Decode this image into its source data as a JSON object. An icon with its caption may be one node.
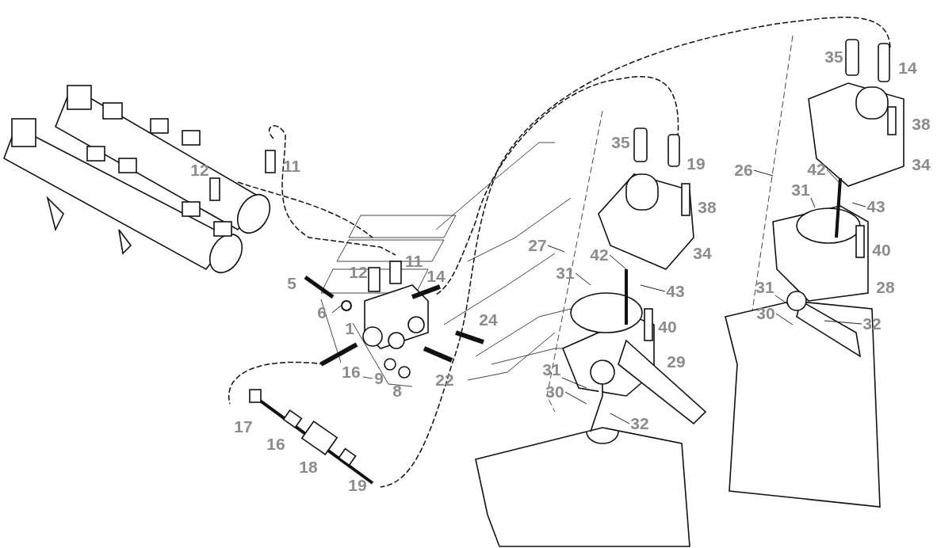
{
  "diagram": {
    "nodes": [
      {
        "text": [
          "26"
        ]
      },
      {
        "text": [
          "27"
        ]
      },
      {
        "text": [
          "42"
        ]
      },
      {
        "text": [
          "31"
        ]
      },
      {
        "text": [
          "43"
        ]
      },
      {
        "text": [
          "42"
        ]
      },
      {
        "text": [
          "31"
        ]
      },
      {
        "text": [
          "43"
        ]
      },
      {
        "text": [
          "6"
        ]
      },
      {
        "text": [
          "31"
        ]
      },
      {
        "text": [
          "30"
        ]
      },
      {
        "text": [
          "32"
        ]
      },
      {
        "text": [
          "31"
        ]
      },
      {
        "text": [
          "30"
        ]
      },
      {
        "text": [
          "32"
        ]
      },
      {
        "text": [],
        "shape": "circle"
      }
    ],
    "edges": [
      {
        "from": 0,
        "to": null,
        "arrow": "none"
      },
      {
        "from": 1,
        "to": null,
        "arrow": "none"
      },
      {
        "from": 2,
        "to": null,
        "arrow": "none"
      },
      {
        "from": 3,
        "to": null,
        "arrow": "none"
      },
      {
        "from": 4,
        "to": null,
        "arrow": "none"
      },
      {
        "from": 5,
        "to": null,
        "arrow": "none"
      },
      {
        "from": 6,
        "to": null,
        "arrow": "none"
      },
      {
        "from": 7,
        "to": null,
        "arrow": "none"
      },
      {
        "from": 8,
        "to": 15,
        "arrow": "none"
      },
      {
        "from": 9,
        "to": null,
        "arrow": "none"
      },
      {
        "from": 10,
        "to": null,
        "arrow": "none"
      },
      {
        "from": 11,
        "to": null,
        "arrow": "none"
      },
      {
        "from": 12,
        "to": null,
        "arrow": "none"
      },
      {
        "from": 13,
        "to": null,
        "arrow": "none"
      },
      {
        "from": 14,
        "to": null,
        "arrow": "none"
      }
    ],
    "labels": [
      "35",
      "14",
      "38",
      "35",
      "19",
      "11",
      "12",
      "34",
      "38",
      "40",
      "34",
      "11",
      "12",
      "14",
      "5",
      "28",
      "40",
      "24",
      "1",
      "29",
      "16",
      "9",
      "22",
      "8",
      "17",
      "16",
      "18",
      "19"
    ]
  }
}
